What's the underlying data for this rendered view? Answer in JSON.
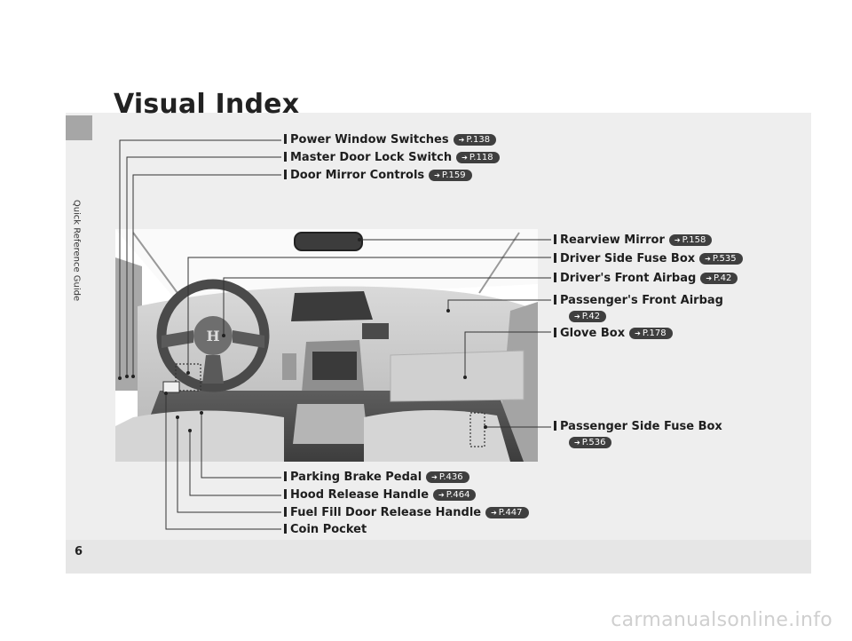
{
  "page": {
    "title": "Visual Index",
    "side_tab": "Quick Reference Guide",
    "page_number": "6",
    "watermark": "carmanualsonline.info"
  },
  "ref_arrow": "➔",
  "callouts": [
    {
      "name": "power-window-switches",
      "label": "Power Window Switches",
      "ref": "P.138"
    },
    {
      "name": "master-door-lock-switch",
      "label": "Master Door Lock Switch",
      "ref": "P.118"
    },
    {
      "name": "door-mirror-controls",
      "label": "Door Mirror Controls",
      "ref": "P.159"
    },
    {
      "name": "rearview-mirror",
      "label": "Rearview Mirror",
      "ref": "P.158"
    },
    {
      "name": "driver-side-fuse-box",
      "label": "Driver Side Fuse Box",
      "ref": "P.535"
    },
    {
      "name": "drivers-front-airbag",
      "label": "Driver's Front Airbag",
      "ref": "P.42"
    },
    {
      "name": "passengers-front-airbag",
      "label": "Passenger's Front Airbag",
      "ref": "P.42"
    },
    {
      "name": "glove-box",
      "label": "Glove Box",
      "ref": "P.178"
    },
    {
      "name": "passenger-side-fuse-box",
      "label": "Passenger Side Fuse Box",
      "ref": "P.536"
    },
    {
      "name": "parking-brake-pedal",
      "label": "Parking Brake Pedal",
      "ref": "P.436"
    },
    {
      "name": "hood-release-handle",
      "label": "Hood Release Handle",
      "ref": "P.464"
    },
    {
      "name": "fuel-fill-door-release-handle",
      "label": "Fuel Fill Door Release Handle",
      "ref": "P.447"
    },
    {
      "name": "coin-pocket",
      "label": "Coin Pocket",
      "ref": ""
    }
  ],
  "colors": {
    "panel": "#eeeeee",
    "tab": "#a6a6a6",
    "ref_pill": "#3f3f3f",
    "leader": "#333333"
  }
}
